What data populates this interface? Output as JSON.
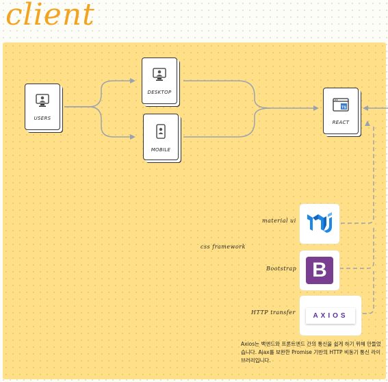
{
  "title": "client",
  "nodes": {
    "users": "USERS",
    "desktop": "DESKTOP",
    "mobile": "MOBILE",
    "react": "REACT"
  },
  "react_badge": "TS",
  "labels": {
    "material_ui": "material ui",
    "css_framework": "css framework",
    "bootstrap": "Bootstrap",
    "http_transfer": "HTTP transfer"
  },
  "logos": {
    "bootstrap_letter": "B",
    "axios_word": "AXIOS"
  },
  "note": "Axios는 백엔드와 프론트엔드 간의 통신을 쉽게 하기 위해 만들었습니다. Ajax를 보완한 Promise 기반의 HTTP 비동기 통신 라이브러리입니다.",
  "colors": {
    "title": "#f2a31f",
    "panel": "#ffe088",
    "connector": "#9aa3ad",
    "bootstrap": "#7a3e91",
    "axios": "#5b2fa0",
    "mui": "#1e88e5"
  }
}
